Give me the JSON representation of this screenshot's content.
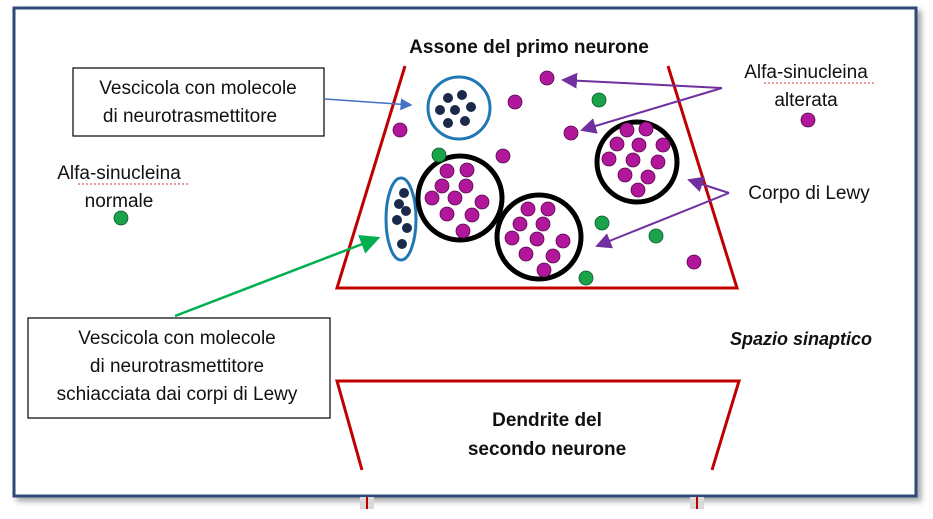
{
  "colors": {
    "frame": "#2f4a7a",
    "neuron_outline": "#c00000",
    "vesicle_outline": "#1f78b4",
    "neurotransmitter": "#1b2a4a",
    "altered_alpha_synuclein": "#b0179a",
    "normal_alpha_synuclein": "#1aa34a",
    "lewy_body_outline": "#000000",
    "arrow_blue": "#4472c4",
    "arrow_purple": "#7030a0",
    "arrow_green": "#00b050"
  },
  "labels": {
    "axon": "Assone del primo neurone",
    "dendrite_line1": "Dendrite del",
    "dendrite_line2": "secondo neurone",
    "synaptic_space": "Spazio sinaptico",
    "altered_line1": "Alfa-sinucleina",
    "altered_line2": "alterata",
    "normal_line1": "Alfa-sinucleina",
    "normal_line2": "normale",
    "lewy_body": "Corpo di Lewy",
    "vesicle_box_line1": "Vescicola con molecole",
    "vesicle_box_line2": "di neurotrasmettitore",
    "crushed_box_line1": "Vescicola con molecole",
    "crushed_box_line2": "di neurotrasmettitore",
    "crushed_box_line3": "schiacciata dai corpi di Lewy"
  }
}
